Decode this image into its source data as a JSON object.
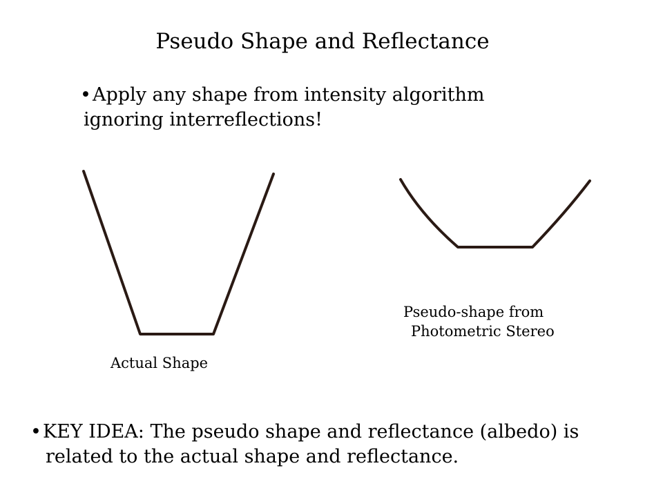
{
  "slide": {
    "title": "Pseudo Shape and Reflectance",
    "bullets": [
      {
        "lines": [
          "Apply any shape from intensity algorithm",
          "ignoring interreflections!"
        ]
      },
      {
        "lines": [
          "KEY IDEA: The pseudo shape and reflectance (albedo) is",
          "related to the actual shape and reflectance."
        ]
      }
    ],
    "figures": {
      "actual_caption": "Actual Shape",
      "pseudo_caption_lines": [
        "Pseudo-shape from",
        "Photometric Stereo"
      ]
    },
    "bullet_glyph": "•",
    "stroke_color": "#2a1a14"
  }
}
